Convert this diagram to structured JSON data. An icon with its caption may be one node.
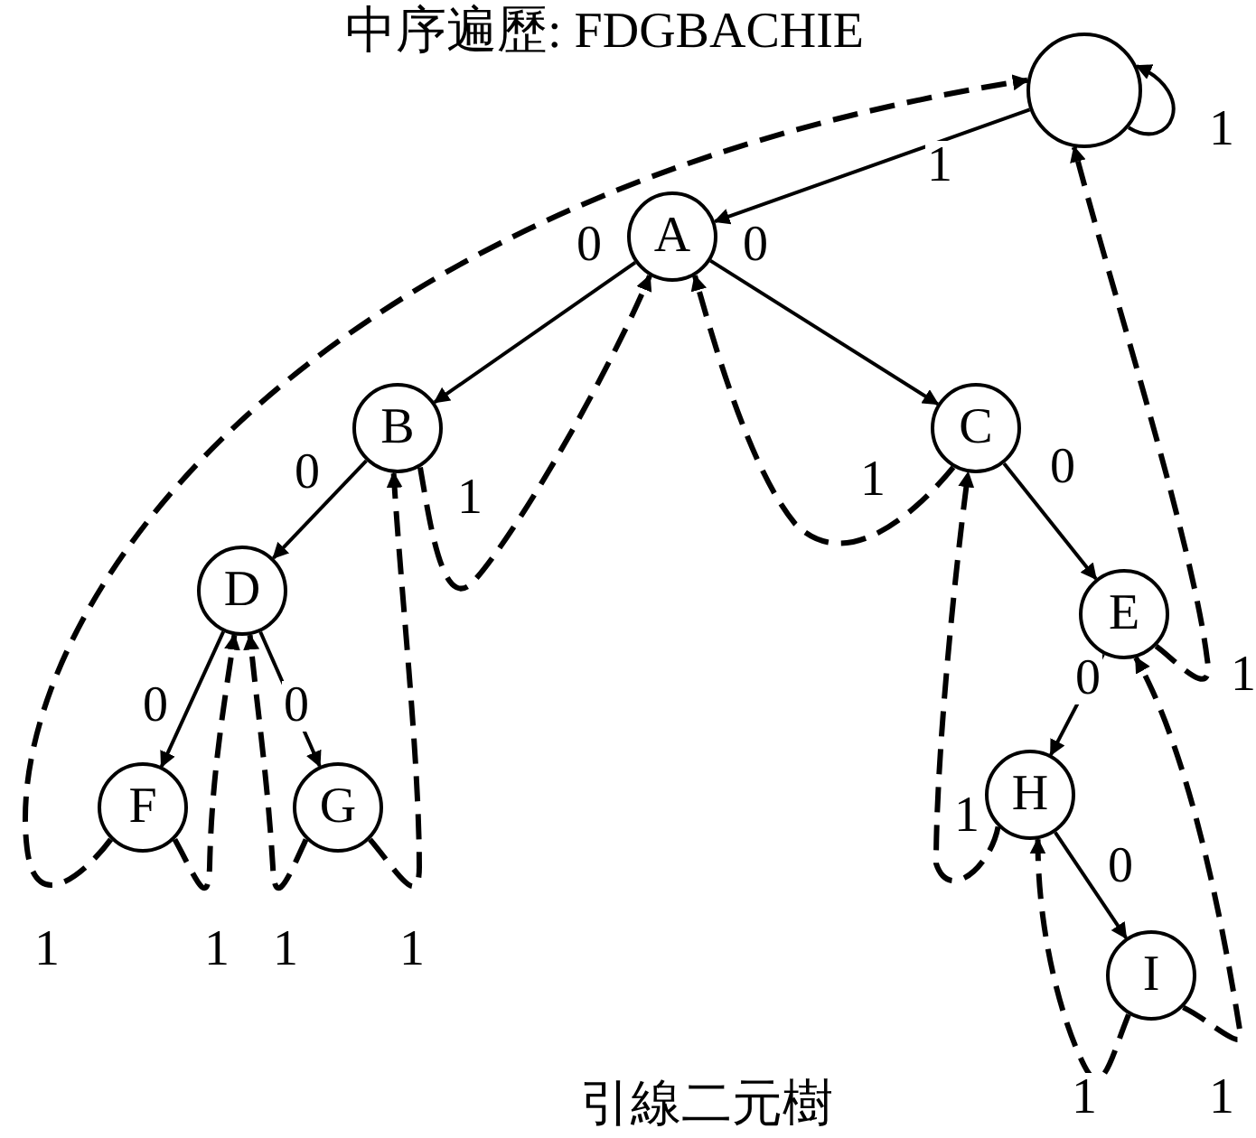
{
  "diagram": {
    "caption": "引線二元樹",
    "nodes": [
      {
        "text": [],
        "shape": "circle"
      },
      {
        "text": [
          "A"
        ]
      },
      {
        "text": [
          "B"
        ]
      },
      {
        "text": [
          "C"
        ]
      },
      {
        "text": [
          "D"
        ]
      },
      {
        "text": [
          "E"
        ]
      },
      {
        "text": [
          "F"
        ]
      },
      {
        "text": [
          "G"
        ]
      },
      {
        "text": [
          "H"
        ]
      },
      {
        "text": [
          "I"
        ]
      }
    ],
    "edges": [
      {
        "from": 0,
        "to": 1,
        "arrow": "to",
        "label": "1"
      },
      {
        "from": 1,
        "to": 2,
        "arrow": "to",
        "label": "0"
      },
      {
        "from": 1,
        "to": 3,
        "arrow": "to",
        "label": "0"
      },
      {
        "from": 2,
        "to": 4,
        "arrow": "to",
        "label": "0"
      },
      {
        "from": 3,
        "to": 5,
        "arrow": "to",
        "label": "0"
      },
      {
        "from": 4,
        "to": 6,
        "arrow": "to",
        "label": "0"
      },
      {
        "from": 4,
        "to": 7,
        "arrow": "to",
        "label": "0"
      },
      {
        "from": 5,
        "to": 8,
        "arrow": "to",
        "label": "0"
      },
      {
        "from": 8,
        "to": 9,
        "arrow": "to",
        "label": "0"
      },
      {
        "from": 0,
        "to": 0,
        "arrow": "to",
        "label": "1"
      },
      {
        "from": 6,
        "to": 0,
        "arrow": "to",
        "label": "1",
        "style": "dashed"
      },
      {
        "from": 6,
        "to": 4,
        "arrow": "to",
        "label": "1",
        "style": "dashed"
      },
      {
        "from": 7,
        "to": 4,
        "arrow": "to",
        "label": "1",
        "style": "dashed"
      },
      {
        "from": 7,
        "to": 2,
        "arrow": "to",
        "label": "1",
        "style": "dashed"
      },
      {
        "from": 2,
        "to": 1,
        "arrow": "to",
        "label": "1",
        "style": "dashed"
      },
      {
        "from": 3,
        "to": 1,
        "arrow": "to",
        "label": "1",
        "style": "dashed"
      },
      {
        "from": 8,
        "to": 3,
        "arrow": "to",
        "label": "1",
        "style": "dashed"
      },
      {
        "from": 9,
        "to": 8,
        "arrow": "to",
        "label": "1",
        "style": "dashed"
      },
      {
        "from": 9,
        "to": 5,
        "arrow": "to",
        "label": "1",
        "style": "dashed"
      },
      {
        "from": 5,
        "to": 0,
        "arrow": "to",
        "label": "1",
        "style": "dashed"
      }
    ],
    "labels": [
      "中序遍歷: FDGBACHIE"
    ]
  }
}
